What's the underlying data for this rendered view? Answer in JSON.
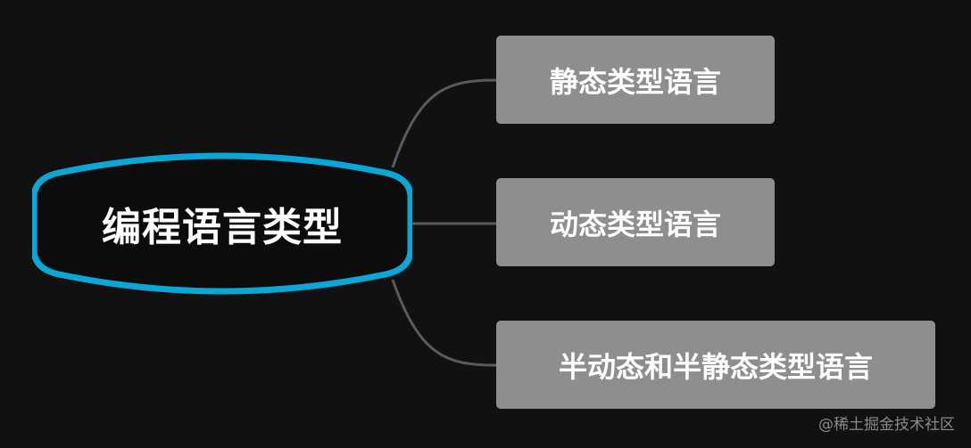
{
  "diagram": {
    "type": "mind-map",
    "root": {
      "label": "编程语言类型",
      "border_color": "#0aa6d6",
      "fill_color": "#0c0c0c"
    },
    "children": [
      {
        "label": "静态类型语言"
      },
      {
        "label": "动态类型语言"
      },
      {
        "label": "半动态和半静态类型语言"
      }
    ],
    "colors": {
      "background": "#111111",
      "child_fill": "#8e8e8e",
      "connector": "#5a5a5a",
      "text": "#ffffff"
    }
  },
  "watermark": {
    "text": "@稀土掘金技术社区"
  }
}
